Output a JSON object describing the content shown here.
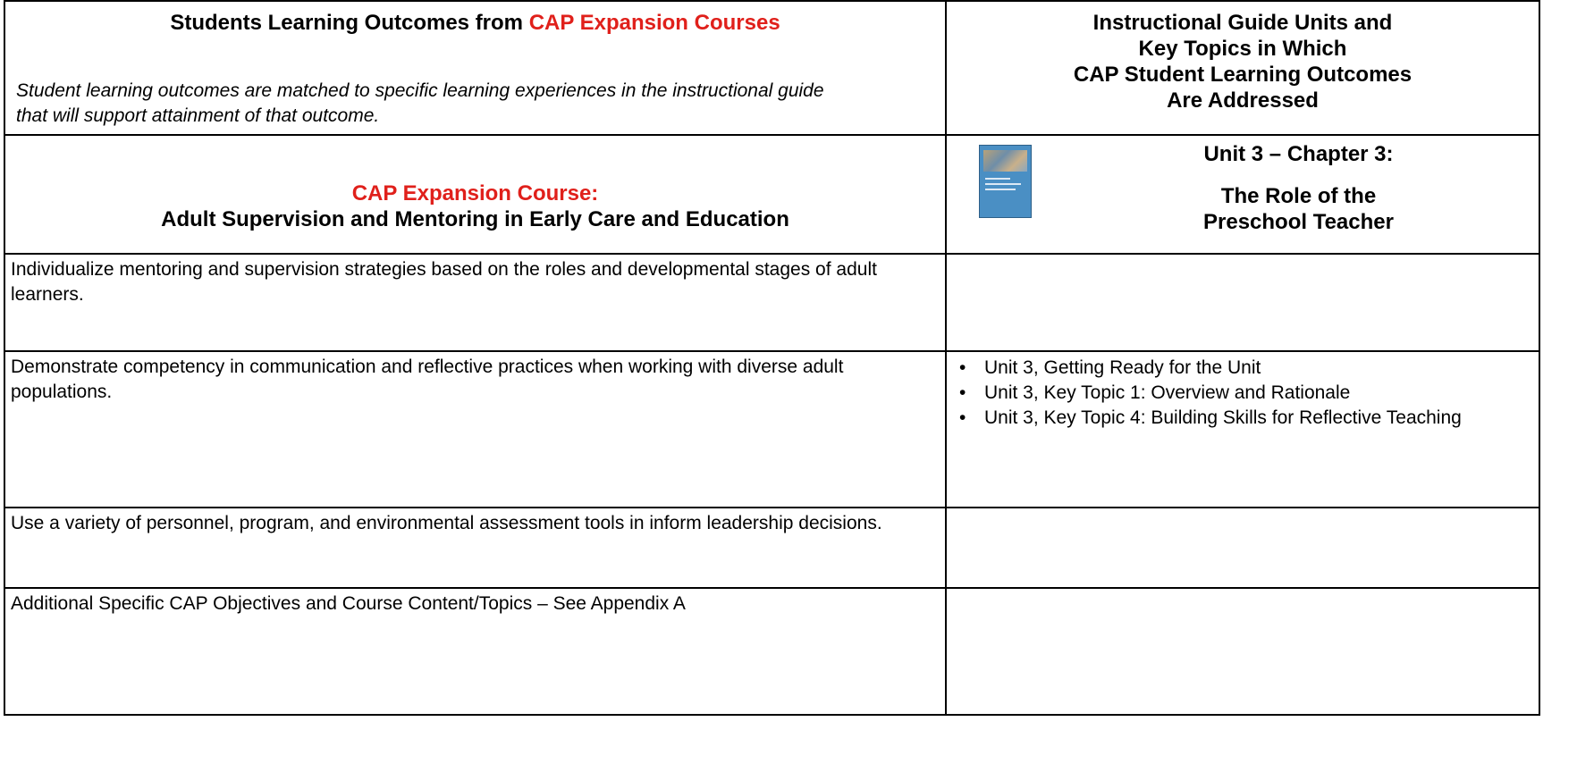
{
  "header": {
    "left_title_prefix": "Students Learning Outcomes from",
    "left_title_highlight": "CAP Expansion Courses",
    "intro": "Student learning outcomes are matched to specific learning experiences in the instructional guide that will support attainment of that outcome.",
    "right_title_lines": [
      "Instructional Guide Units and",
      "Key Topics in Which",
      "CAP Student Learning Outcomes",
      "Are Addressed"
    ]
  },
  "course": {
    "label": "CAP Expansion Course:",
    "name": "Adult Supervision and Mentoring in Early Care and Education"
  },
  "unit": {
    "heading": "Unit 3 – Chapter 3:",
    "title_line1": "The Role of the",
    "title_line2": "Preschool Teacher"
  },
  "rows": [
    {
      "outcome": "Individualize mentoring and supervision strategies based on the roles and developmental stages of adult learners.",
      "topics": []
    },
    {
      "outcome": "Demonstrate competency in communication and reflective practices when working with diverse adult populations.",
      "topics": [
        "Unit 3, Getting Ready for the Unit",
        "Unit 3, Key Topic 1: Overview and Rationale",
        "Unit 3, Key Topic 4: Building Skills for Reflective Teaching"
      ]
    },
    {
      "outcome": "Use a variety of personnel, program, and environmental assessment tools in inform leadership decisions.",
      "topics": []
    },
    {
      "outcome": "Additional Specific CAP Objectives and Course Content/Topics – See Appendix A",
      "topics": []
    }
  ],
  "colors": {
    "accent_red": "#e0201b",
    "book_cover_blue": "#4a8fc4"
  }
}
